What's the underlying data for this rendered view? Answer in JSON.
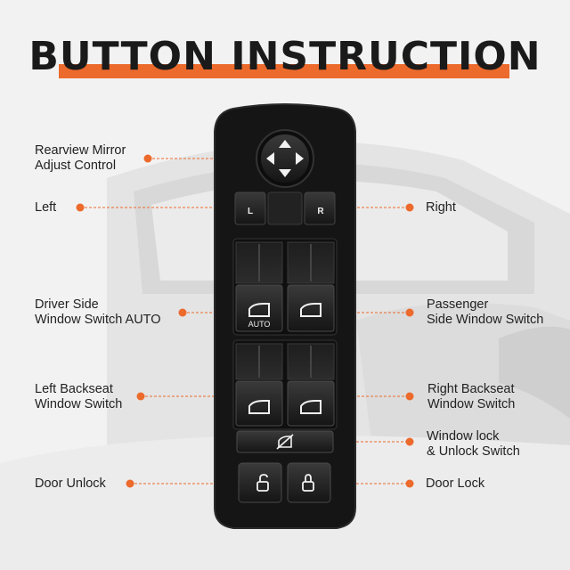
{
  "title": "BUTTON INSTRUCTION",
  "colors": {
    "accent": "#ec6a2c",
    "panel": "#141414",
    "background": "#f2f2f2",
    "text": "#222222"
  },
  "labels": {
    "rearview_mirror": "Rearview Mirror\nAdjust Control",
    "left": "Left",
    "right": "Right",
    "driver_side": "Driver Side\nWindow Switch AUTO",
    "passenger_side": "Passenger\nSide Window Switch",
    "left_backseat": "Left Backseat\nWindow Switch",
    "right_backseat": "Right Backseat\nWindow Switch",
    "window_lock": "Window lock\n& Unlock Switch",
    "door_unlock": "Door Unlock",
    "door_lock": "Door Lock"
  },
  "buttons": {
    "left_letter": "L",
    "right_letter": "R",
    "auto_text": "AUTO"
  },
  "icons": {
    "mirror": "four-arrow-joystick-icon",
    "window": "car-window-icon",
    "window_lock": "crossed-window-lock-icon",
    "unlock": "open-padlock-icon",
    "lock": "closed-padlock-icon"
  }
}
